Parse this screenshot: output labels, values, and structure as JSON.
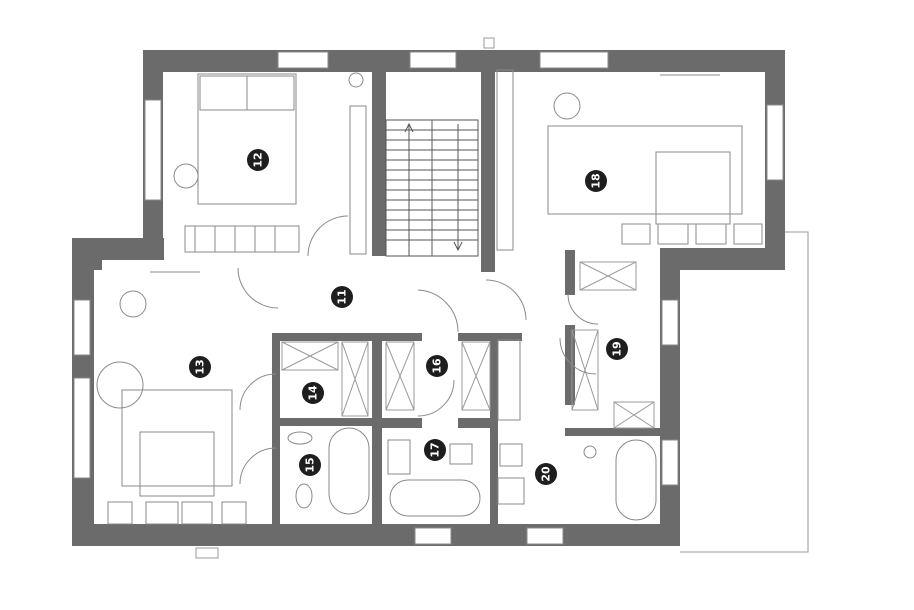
{
  "floor_plan": {
    "rooms": [
      {
        "id": "room-11",
        "label": "11"
      },
      {
        "id": "room-12",
        "label": "12"
      },
      {
        "id": "room-13",
        "label": "13"
      },
      {
        "id": "room-14",
        "label": "14"
      },
      {
        "id": "room-15",
        "label": "15"
      },
      {
        "id": "room-16",
        "label": "16"
      },
      {
        "id": "room-17",
        "label": "17"
      },
      {
        "id": "room-18",
        "label": "18"
      },
      {
        "id": "room-19",
        "label": "19"
      },
      {
        "id": "room-20",
        "label": "20"
      }
    ],
    "colors": {
      "wall": "#6b6b6b",
      "line": "#8a8a8a",
      "marker": "#1e1e1e",
      "marker_text": "#ffffff"
    }
  }
}
